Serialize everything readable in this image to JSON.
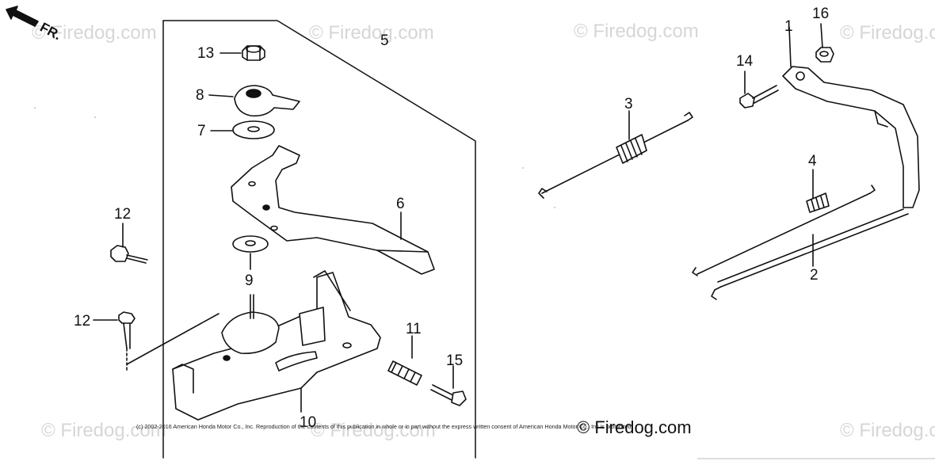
{
  "watermark": "© Firedog.com",
  "direction_label": "FR.",
  "copyright": "(c) 2002-2016 American Honda Motor Co., Inc. Reproduction of the contents of this publication in whole or in part without the express written consent of American Honda Motor Co., Inc is prohibited.",
  "site_credit": "© Firedog.com",
  "callouts": {
    "p1": "1",
    "p2": "2",
    "p3": "3",
    "p4": "4",
    "p5": "5",
    "p6": "6",
    "p7": "7",
    "p8": "8",
    "p9": "9",
    "p10": "10",
    "p11": "11",
    "p12a": "12",
    "p12b": "12",
    "p13": "13",
    "p14": "14",
    "p15": "15",
    "p16": "16"
  },
  "colors": {
    "ink": "#111111",
    "watermark": "#d6d6d6"
  }
}
